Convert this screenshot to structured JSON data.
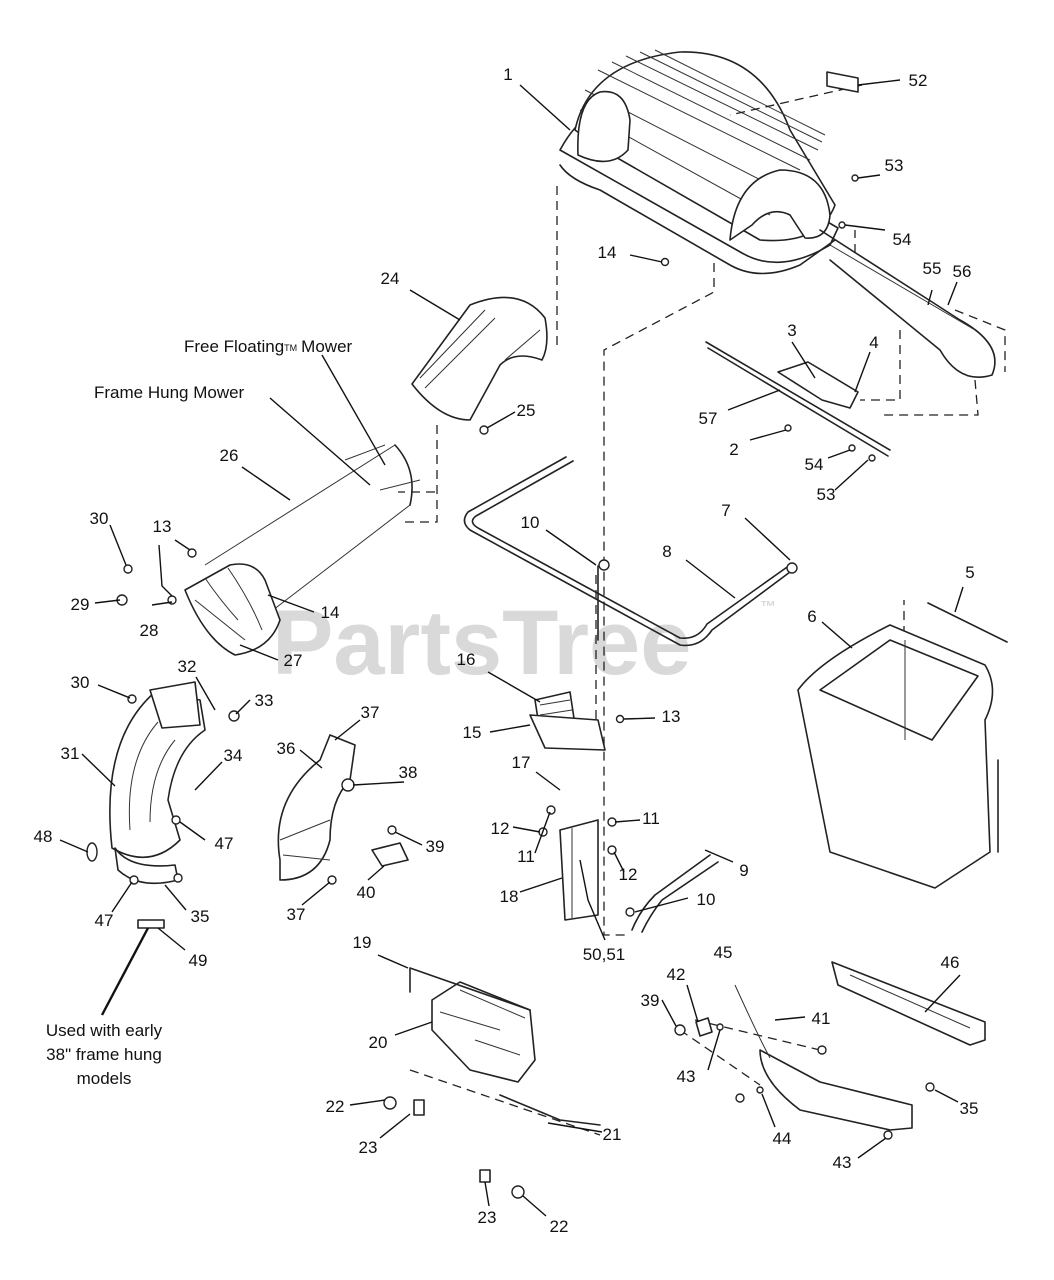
{
  "watermark": {
    "brand": "PartsTree",
    "mark": "™"
  },
  "notes": {
    "free_floating_a": "Free Floating",
    "free_floating_tm": "TM",
    "free_floating_b": "Mower",
    "frame_hung": "Frame Hung Mower",
    "early_line1": "Used with early",
    "early_line2": "38\" frame hung",
    "early_line3": "models"
  },
  "callouts": [
    {
      "id": "c1",
      "label": "1"
    },
    {
      "id": "c52",
      "label": "52"
    },
    {
      "id": "c53a",
      "label": "53"
    },
    {
      "id": "c54a",
      "label": "54"
    },
    {
      "id": "c14a",
      "label": "14"
    },
    {
      "id": "c55",
      "label": "55"
    },
    {
      "id": "c56",
      "label": "56"
    },
    {
      "id": "c24",
      "label": "24"
    },
    {
      "id": "c3",
      "label": "3"
    },
    {
      "id": "c4",
      "label": "4"
    },
    {
      "id": "c25",
      "label": "25"
    },
    {
      "id": "c57",
      "label": "57"
    },
    {
      "id": "c2",
      "label": "2"
    },
    {
      "id": "c54b",
      "label": "54"
    },
    {
      "id": "c53b",
      "label": "53"
    },
    {
      "id": "c26",
      "label": "26"
    },
    {
      "id": "c10a",
      "label": "10"
    },
    {
      "id": "c7",
      "label": "7"
    },
    {
      "id": "c8",
      "label": "8"
    },
    {
      "id": "c30a",
      "label": "30"
    },
    {
      "id": "c13a",
      "label": "13"
    },
    {
      "id": "c29",
      "label": "29"
    },
    {
      "id": "c28",
      "label": "28"
    },
    {
      "id": "c14b",
      "label": "14"
    },
    {
      "id": "c27",
      "label": "27"
    },
    {
      "id": "c5",
      "label": "5"
    },
    {
      "id": "c6",
      "label": "6"
    },
    {
      "id": "c16",
      "label": "16"
    },
    {
      "id": "c32",
      "label": "32"
    },
    {
      "id": "c30b",
      "label": "30"
    },
    {
      "id": "c33",
      "label": "33"
    },
    {
      "id": "c37a",
      "label": "37"
    },
    {
      "id": "c15",
      "label": "15"
    },
    {
      "id": "c13b",
      "label": "13"
    },
    {
      "id": "c36",
      "label": "36"
    },
    {
      "id": "c38",
      "label": "38"
    },
    {
      "id": "c31",
      "label": "31"
    },
    {
      "id": "c34",
      "label": "34"
    },
    {
      "id": "c17",
      "label": "17"
    },
    {
      "id": "c47a",
      "label": "47"
    },
    {
      "id": "c12a",
      "label": "12"
    },
    {
      "id": "c11a",
      "label": "11"
    },
    {
      "id": "c11b",
      "label": "11"
    },
    {
      "id": "c39a",
      "label": "39"
    },
    {
      "id": "c48",
      "label": "48"
    },
    {
      "id": "c12b",
      "label": "12"
    },
    {
      "id": "c9",
      "label": "9"
    },
    {
      "id": "c40",
      "label": "40"
    },
    {
      "id": "c35a",
      "label": "35"
    },
    {
      "id": "c47b",
      "label": "47"
    },
    {
      "id": "c37b",
      "label": "37"
    },
    {
      "id": "c18",
      "label": "18"
    },
    {
      "id": "c10b",
      "label": "10"
    },
    {
      "id": "c49",
      "label": "49"
    },
    {
      "id": "c5051",
      "label": "50,51"
    },
    {
      "id": "c45",
      "label": "45"
    },
    {
      "id": "c46",
      "label": "46"
    },
    {
      "id": "c19",
      "label": "19"
    },
    {
      "id": "c42",
      "label": "42"
    },
    {
      "id": "c39b",
      "label": "39"
    },
    {
      "id": "c41",
      "label": "41"
    },
    {
      "id": "c20",
      "label": "20"
    },
    {
      "id": "c43a",
      "label": "43"
    },
    {
      "id": "c35b",
      "label": "35"
    },
    {
      "id": "c22a",
      "label": "22"
    },
    {
      "id": "c44",
      "label": "44"
    },
    {
      "id": "c21",
      "label": "21"
    },
    {
      "id": "c23a",
      "label": "23"
    },
    {
      "id": "c43b",
      "label": "43"
    },
    {
      "id": "c23b",
      "label": "23"
    },
    {
      "id": "c22b",
      "label": "22"
    }
  ]
}
